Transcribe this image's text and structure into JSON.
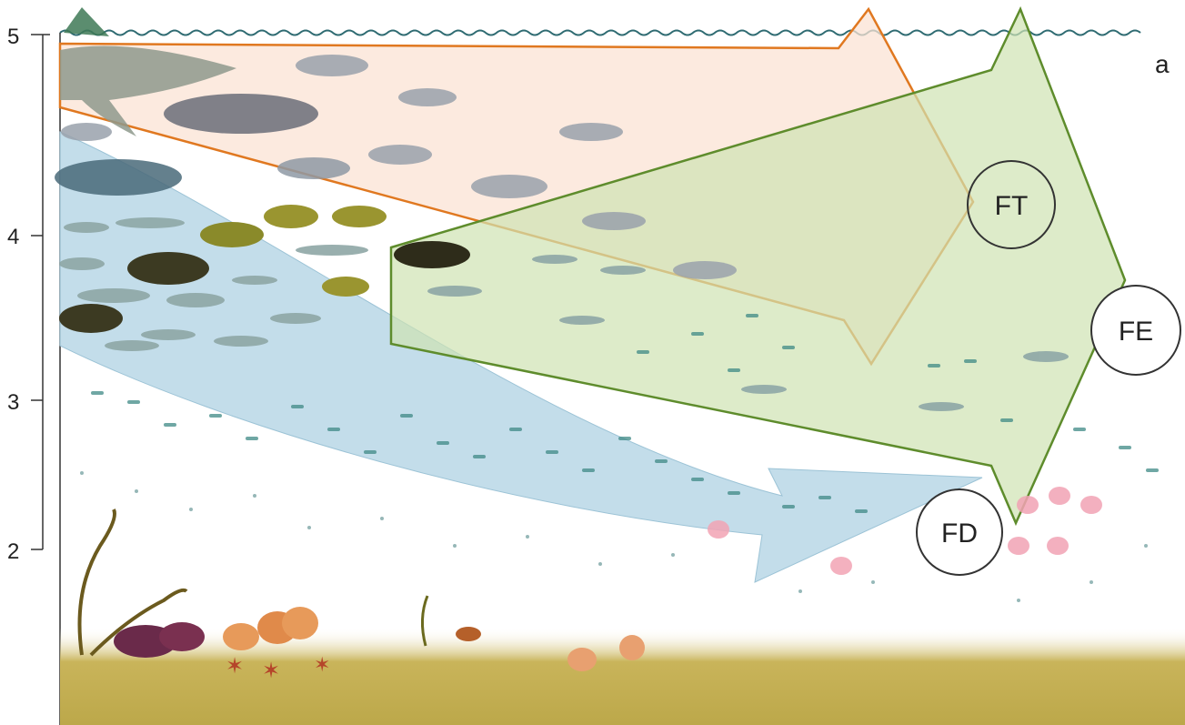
{
  "panel_label": "a",
  "y_axis": {
    "ticks": [
      "5",
      "4",
      "3",
      "2"
    ]
  },
  "arrows": {
    "ft_label": "FT",
    "fe_label": "FE",
    "fd_label": "FD"
  },
  "colors": {
    "ft_arrow_fill": "#fbe3d4",
    "ft_arrow_stroke": "#e07820",
    "fe_arrow_fill": "#cfe3b2",
    "fe_arrow_stroke": "#5e8c2c",
    "fd_arrow_fill": "#b9d7e6",
    "seabed": "#bca84a",
    "water_surface": "#2f6b72"
  }
}
